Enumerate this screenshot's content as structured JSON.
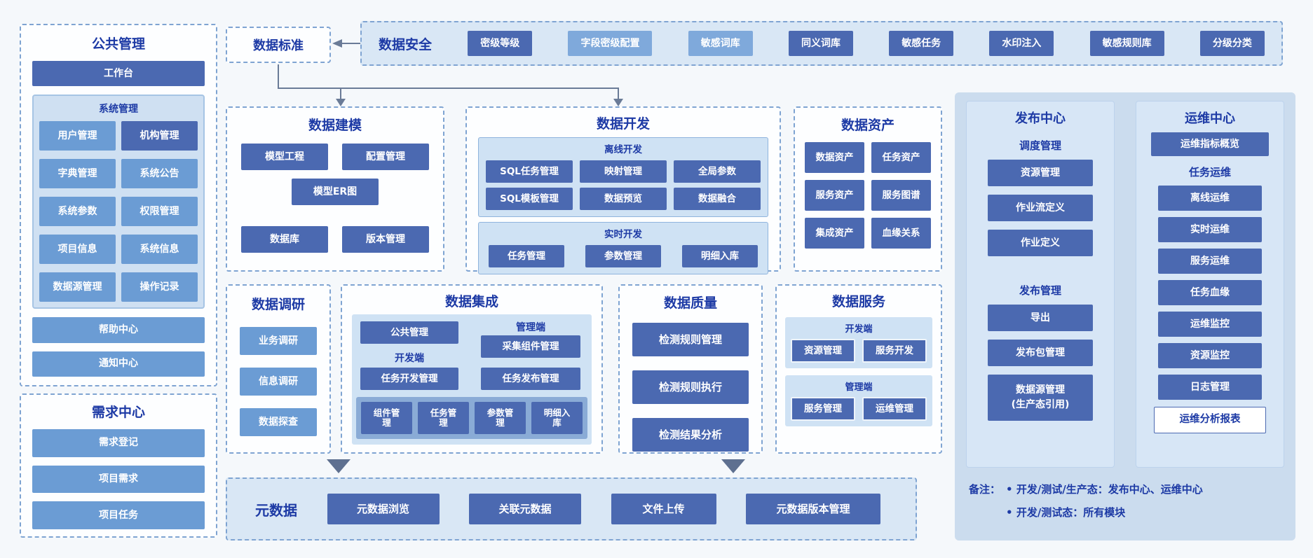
{
  "colors": {
    "dark_button": "#4b69b1",
    "medium_button": "#6b9cd4",
    "light_button": "#7fa9db",
    "panel_blue": "#d9e7f5",
    "title_blue": "#1d3aa5"
  },
  "left": {
    "public": {
      "title": "公共管理",
      "workbench": "工作台",
      "system": {
        "title": "系统管理",
        "items": [
          {
            "label": "用户管理",
            "variant": "med"
          },
          {
            "label": "机构管理",
            "variant": "dark"
          },
          {
            "label": "字典管理",
            "variant": "med"
          },
          {
            "label": "系统公告",
            "variant": "med"
          },
          {
            "label": "系统参数",
            "variant": "med"
          },
          {
            "label": "权限管理",
            "variant": "med"
          },
          {
            "label": "项目信息",
            "variant": "med"
          },
          {
            "label": "系统信息",
            "variant": "med"
          },
          {
            "label": "数据源管理",
            "variant": "med"
          },
          {
            "label": "操作记录",
            "variant": "med"
          }
        ]
      },
      "help": "帮助中心",
      "notice": "通知中心"
    },
    "demand": {
      "title": "需求中心",
      "items": [
        "需求登记",
        "项目需求",
        "项目任务"
      ]
    }
  },
  "standard": {
    "title": "数据标准"
  },
  "security": {
    "title": "数据安全",
    "items": [
      {
        "label": "密级等级",
        "variant": "dark"
      },
      {
        "label": "字段密级配置",
        "variant": "light"
      },
      {
        "label": "敏感词库",
        "variant": "light"
      },
      {
        "label": "同义词库",
        "variant": "dark"
      },
      {
        "label": "敏感任务",
        "variant": "dark"
      },
      {
        "label": "水印注入",
        "variant": "dark"
      },
      {
        "label": "敏感规则库",
        "variant": "dark"
      },
      {
        "label": "分级分类",
        "variant": "dark"
      }
    ]
  },
  "modeling": {
    "title": "数据建模",
    "items": [
      "模型工程",
      "配置管理",
      "模型ER图",
      "数据库",
      "版本管理"
    ]
  },
  "development": {
    "title": "数据开发",
    "offline": {
      "title": "离线开发",
      "items": [
        "SQL任务管理",
        "映射管理",
        "全局参数",
        "SQL模板管理",
        "数据预览",
        "数据融合"
      ]
    },
    "realtime": {
      "title": "实时开发",
      "items": [
        "任务管理",
        "参数管理",
        "明细入库"
      ]
    }
  },
  "assets": {
    "title": "数据资产",
    "items": [
      "数据资产",
      "任务资产",
      "服务资产",
      "服务图谱",
      "集成资产",
      "血缘关系"
    ]
  },
  "research": {
    "title": "数据调研",
    "items": [
      "业务调研",
      "信息调研",
      "数据探查"
    ]
  },
  "integration": {
    "title": "数据集成",
    "public_button": "公共管理",
    "mgmt_label": "管理端",
    "collect_button": "采集组件管理",
    "dev_label": "开发端",
    "task_dev_button": "任务开发管理",
    "task_publish_button": "任务发布管理",
    "strip": [
      "组件管理",
      "任务管理",
      "参数管理",
      "明细入库"
    ]
  },
  "quality": {
    "title": "数据质量",
    "items": [
      "检测规则管理",
      "检测规则执行",
      "检测结果分析"
    ]
  },
  "services": {
    "title": "数据服务",
    "dev": {
      "label": "开发端",
      "items": [
        "资源管理",
        "服务开发"
      ]
    },
    "mgmt": {
      "label": "管理端",
      "items": [
        "服务管理",
        "运维管理"
      ]
    }
  },
  "metadata": {
    "title": "元数据",
    "items": [
      "元数据浏览",
      "关联元数据",
      "文件上传",
      "元数据版本管理"
    ]
  },
  "release": {
    "title": "发布中心",
    "schedule": {
      "label": "调度管理",
      "items": [
        "资源管理",
        "作业流定义",
        "作业定义"
      ]
    },
    "publish": {
      "label": "发布管理",
      "items": [
        "导出",
        "发布包管理"
      ],
      "datasource_line1": "数据源管理",
      "datasource_line2": "(生产态引用)"
    }
  },
  "ops": {
    "title": "运维中心",
    "overview": "运维指标概览",
    "task_label": "任务运维",
    "task_items": [
      "离线运维",
      "实时运维",
      "服务运维",
      "任务血缘"
    ],
    "monitor_items": [
      "运维监控",
      "资源监控",
      "日志管理"
    ],
    "report": "运维分析报表"
  },
  "note": {
    "prefix": "备注：",
    "lines": [
      "开发/测试/生产态：发布中心、运维中心",
      "开发/测试态：所有模块"
    ]
  }
}
